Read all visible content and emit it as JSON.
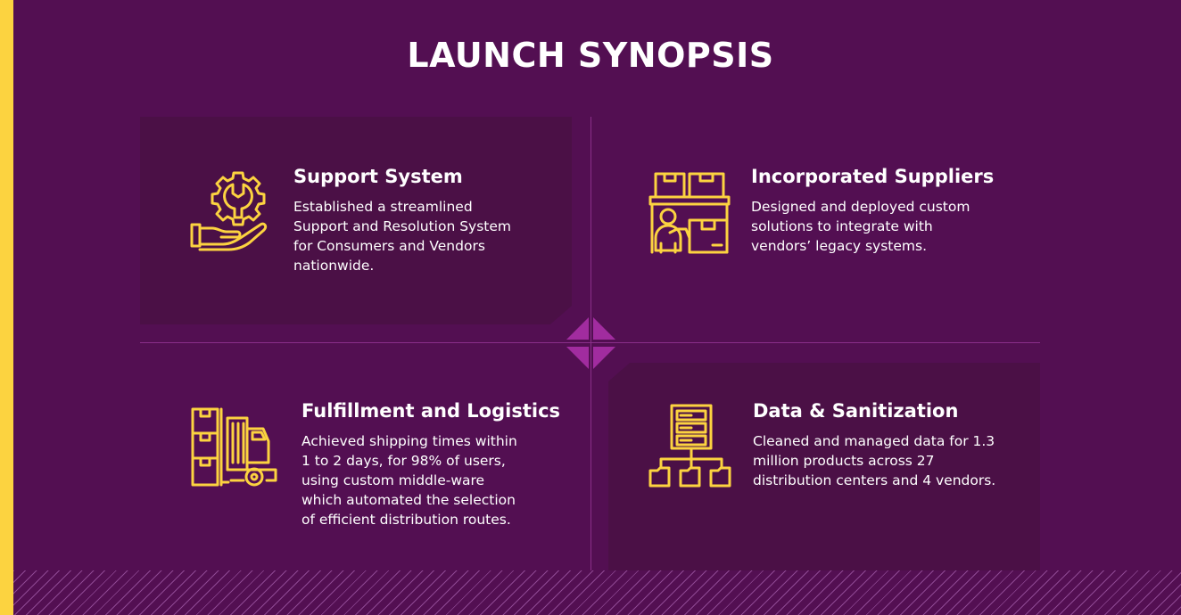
{
  "title": "LAUNCH SYNOPSIS",
  "accent_color": "#fcd340",
  "background_color": "#530f52",
  "cards": [
    {
      "title": "Support System",
      "description": "Established a streamlined\nSupport and Resolution System\nfor Consumers and Vendors\nnationwide.",
      "icon": "gear-wrench-hand-icon"
    },
    {
      "title": "Incorporated Suppliers",
      "description": "Designed and deployed custom\nsolutions to integrate with\nvendors’ legacy systems.",
      "icon": "worker-boxes-icon"
    },
    {
      "title": "Fulfillment and Logistics",
      "description": "Achieved shipping times within\n1 to 2 days, for 98% of users,\nusing custom middle-ware\nwhich automated the selection\nof efficient distribution routes.",
      "icon": "forklift-boxes-icon"
    },
    {
      "title": "Data & Sanitization",
      "description": "Cleaned and managed data for 1.3\nmillion products across 27\ndistribution centers and 4 vendors.",
      "icon": "server-folders-icon"
    }
  ]
}
